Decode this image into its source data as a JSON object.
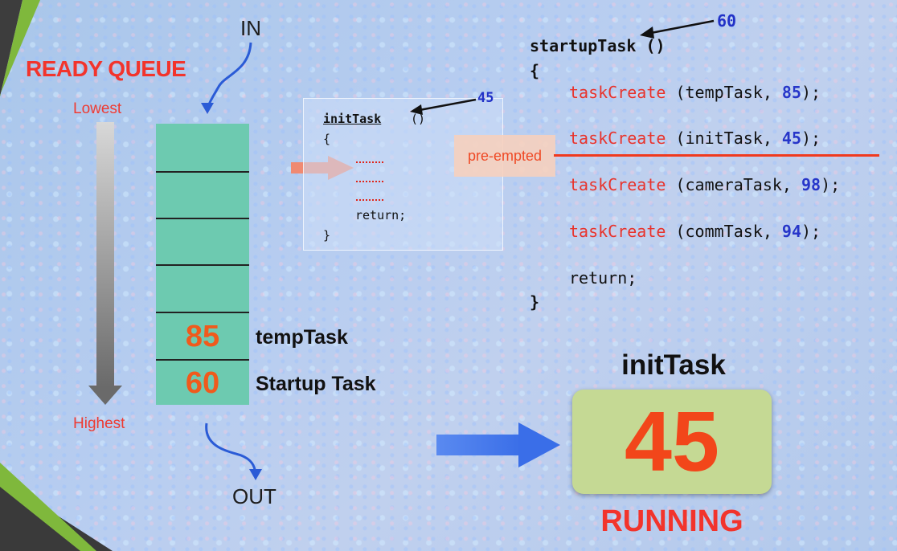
{
  "ready_queue": {
    "title": "READY QUEUE",
    "in_label": "IN",
    "out_label": "OUT",
    "lowest_label": "Lowest",
    "highest_label": "Highest",
    "entries": [
      {
        "priority": "85",
        "name": "tempTask"
      },
      {
        "priority": "60",
        "name": "Startup Task"
      }
    ]
  },
  "init_task_code": {
    "priority_marker": "45",
    "name": "initTask",
    "parens": "()",
    "open_brace": "{",
    "return_line": "return;",
    "close_brace": "}"
  },
  "startup_task_code": {
    "priority_marker": "60",
    "header": "startupTask ()",
    "open_brace": "{",
    "calls": [
      {
        "fn": "taskCreate",
        "args": "(tempTask, ",
        "priority": "85",
        "tail": ");"
      },
      {
        "fn": "taskCreate",
        "args": "(initTask, ",
        "priority": "45",
        "tail": ");"
      },
      {
        "fn": "taskCreate",
        "args": "(cameraTask, ",
        "priority": "98",
        "tail": ");"
      },
      {
        "fn": "taskCreate",
        "args": "(commTask, ",
        "priority": "94",
        "tail": ");"
      }
    ],
    "return_line": "return;",
    "close_brace": "}"
  },
  "preempted_label": "pre-empted",
  "running": {
    "task_name": "initTask",
    "priority": "45",
    "state_label": "RUNNING"
  },
  "colors": {
    "accent_red": "#f2342c",
    "queue_teal": "#6dcab0",
    "running_box": "#c5d994",
    "priority_blue": "#2131c7"
  }
}
